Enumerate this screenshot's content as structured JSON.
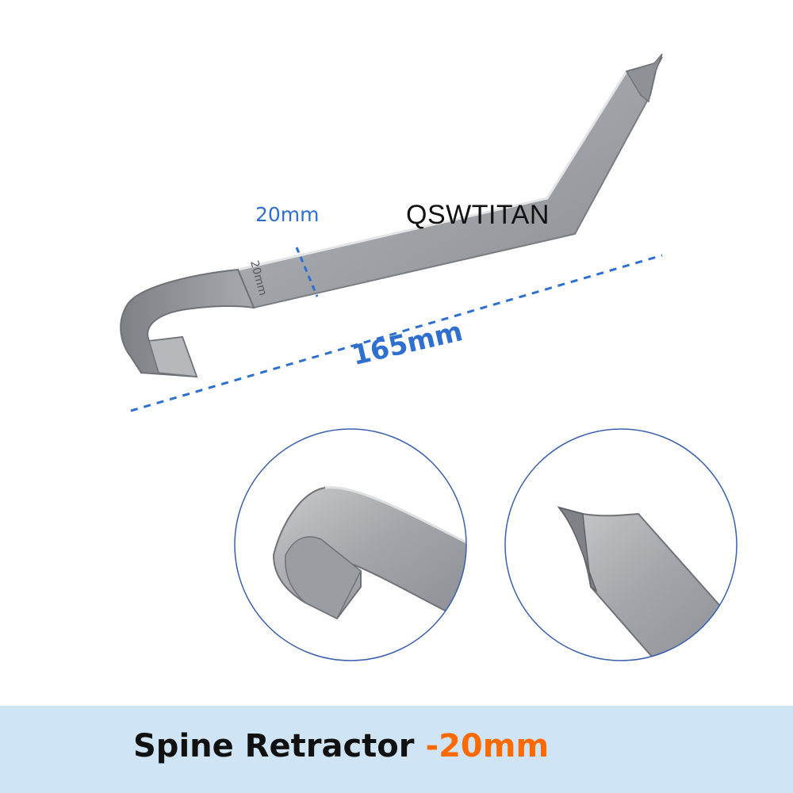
{
  "product": {
    "brand_watermark": "QSWTITAN",
    "width_dimension": "20mm",
    "engraved_marking": "20mm",
    "length_dimension": "165mm",
    "title": "Spine Retractor",
    "size_suffix": "-20mm"
  },
  "colors": {
    "dimension_blue": "#2e6fd0",
    "footer_band": "#cfe5f6",
    "size_orange": "#ff6a00",
    "steel": "#a9acb0"
  }
}
